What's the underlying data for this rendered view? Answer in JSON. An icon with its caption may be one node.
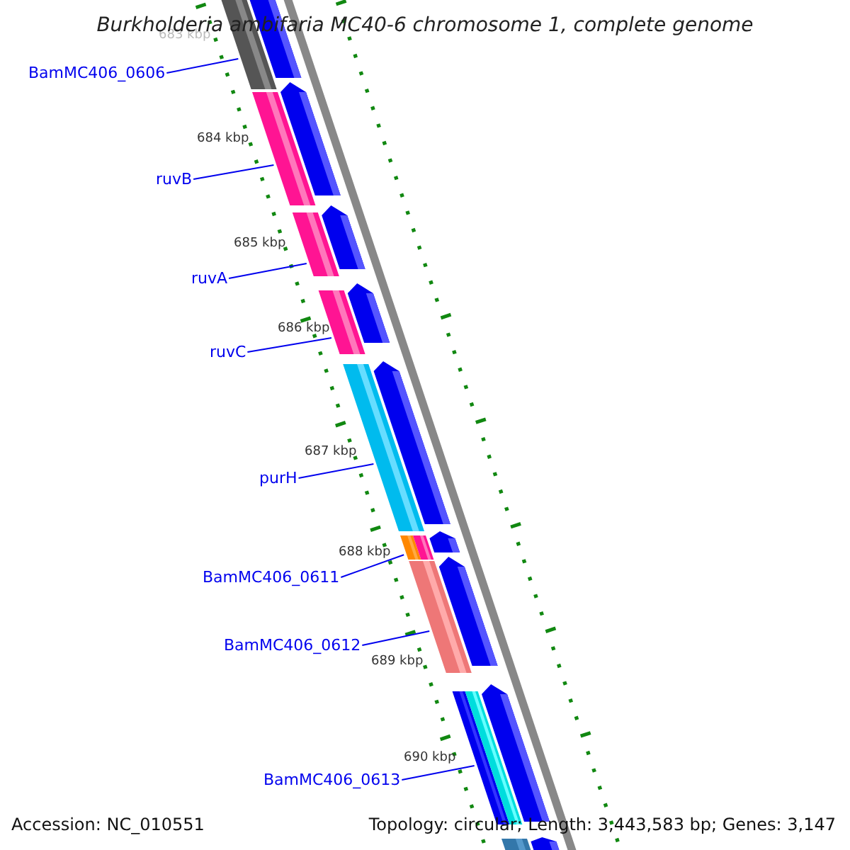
{
  "diagram": {
    "title": "Burkholderia ambifaria MC40-6 chromosome 1, complete genome",
    "nodes": [
      {
        "text": [
          "BamMC406_0606"
        ]
      },
      {
        "text": [
          "ruvB"
        ]
      },
      {
        "text": [
          "ruvA"
        ]
      },
      {
        "text": [
          "ruvC"
        ]
      },
      {
        "text": [
          "purH"
        ]
      },
      {
        "text": [
          "BamMC406_0611"
        ]
      },
      {
        "text": [
          "BamMC406_0612"
        ]
      },
      {
        "text": [
          "BamMC406_0613"
        ]
      },
      {
        "text": [],
        "shape": "bar"
      },
      {
        "text": [],
        "shape": "bar"
      },
      {
        "text": [],
        "shape": "bar"
      },
      {
        "text": [],
        "shape": "bar"
      },
      {
        "text": [],
        "shape": "bar"
      },
      {
        "text": [],
        "shape": "bar"
      },
      {
        "text": [],
        "shape": "bar"
      },
      {
        "text": [],
        "shape": "bar"
      },
      {
        "text": [],
        "shape": "pentagon"
      },
      {
        "text": [],
        "shape": "pentagon"
      },
      {
        "text": [],
        "shape": "pentagon"
      },
      {
        "text": [],
        "shape": "pentagon"
      },
      {
        "text": [],
        "shape": "pentagon"
      },
      {
        "text": [],
        "shape": "pentagon"
      },
      {
        "text": [],
        "shape": "pentagon"
      },
      {
        "text": [],
        "shape": "pentagon"
      },
      {
        "text": [],
        "shape": "bar"
      },
      {
        "text": [],
        "shape": "pentagon"
      }
    ],
    "edges": [
      {
        "from": 0,
        "to": 8,
        "arrow": "none"
      },
      {
        "from": 1,
        "to": 9,
        "arrow": "none"
      },
      {
        "from": 2,
        "to": 10,
        "arrow": "none"
      },
      {
        "from": 3,
        "to": 11,
        "arrow": "none"
      },
      {
        "from": 4,
        "to": 12,
        "arrow": "none"
      },
      {
        "from": 5,
        "to": 13,
        "arrow": "none"
      },
      {
        "from": 6,
        "to": 14,
        "arrow": "none"
      },
      {
        "from": 7,
        "to": 15,
        "arrow": "none"
      }
    ],
    "labels": [
      "683 kbp",
      "684 kbp",
      "685 kbp",
      "686 kbp",
      "687 kbp",
      "688 kbp",
      "689 kbp",
      "690 kbp",
      "Accession: NC_010551",
      "Topology: circular; Length: 3,443,583 bp; Genes: 3,147"
    ]
  }
}
